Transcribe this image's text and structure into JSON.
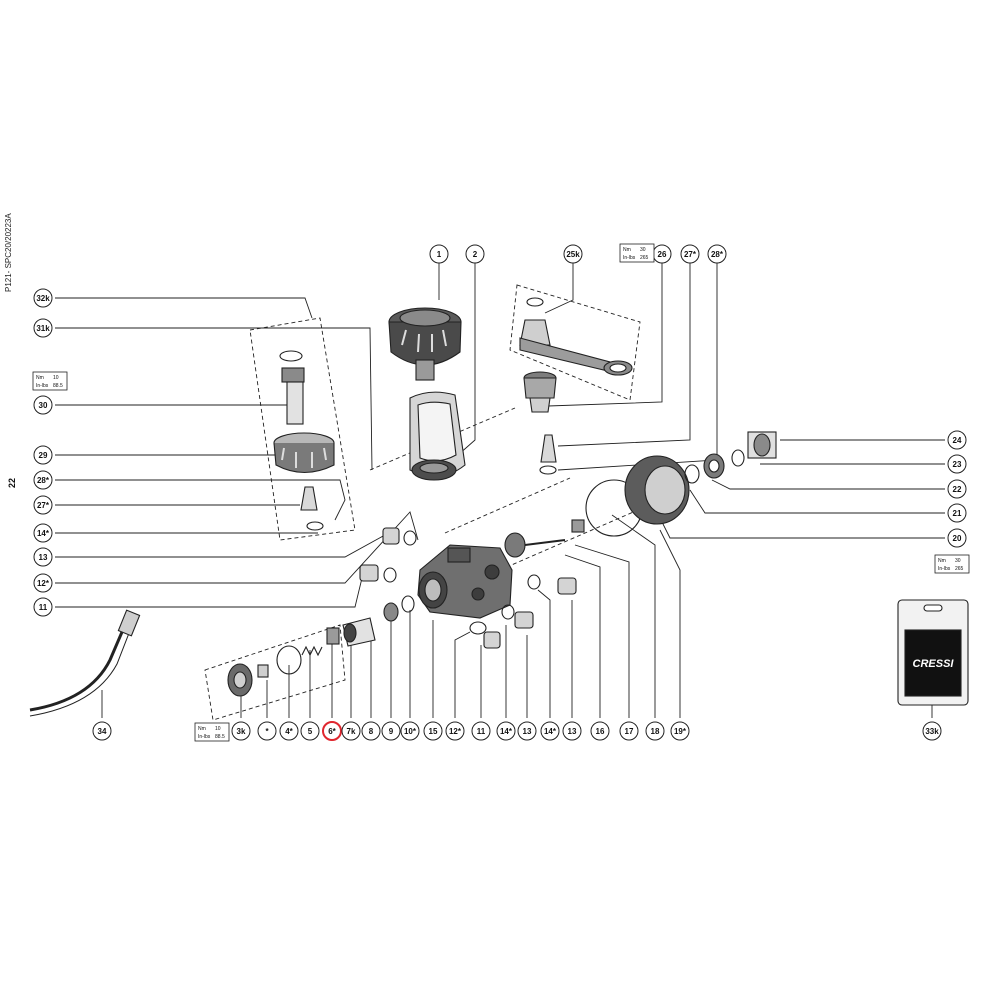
{
  "document": {
    "code": "P121- SPC20/20223A",
    "page_number": "22"
  },
  "parts": [
    {
      "id": "p1",
      "label": "1"
    },
    {
      "id": "p2",
      "label": "2"
    },
    {
      "id": "p25k",
      "label": "25k"
    },
    {
      "id": "p26",
      "label": "26"
    },
    {
      "id": "p27t",
      "label": "27*"
    },
    {
      "id": "p28t",
      "label": "28*"
    },
    {
      "id": "p32k",
      "label": "32k"
    },
    {
      "id": "p31k",
      "label": "31k"
    },
    {
      "id": "p30",
      "label": "30"
    },
    {
      "id": "p29",
      "label": "29"
    },
    {
      "id": "p28l",
      "label": "28*"
    },
    {
      "id": "p27l",
      "label": "27*"
    },
    {
      "id": "p14l",
      "label": "14*"
    },
    {
      "id": "p13l",
      "label": "13"
    },
    {
      "id": "p12l",
      "label": "12*"
    },
    {
      "id": "p11l",
      "label": "11"
    },
    {
      "id": "p24",
      "label": "24"
    },
    {
      "id": "p23",
      "label": "23"
    },
    {
      "id": "p22",
      "label": "22"
    },
    {
      "id": "p21",
      "label": "21"
    },
    {
      "id": "p20",
      "label": "20"
    },
    {
      "id": "p34",
      "label": "34"
    },
    {
      "id": "p3k",
      "label": "3k"
    },
    {
      "id": "pstar",
      "label": "*"
    },
    {
      "id": "p4",
      "label": "4*"
    },
    {
      "id": "p5",
      "label": "5"
    },
    {
      "id": "p6",
      "label": "6*"
    },
    {
      "id": "p7k",
      "label": "7k"
    },
    {
      "id": "p8",
      "label": "8"
    },
    {
      "id": "p9",
      "label": "9"
    },
    {
      "id": "p10",
      "label": "10*"
    },
    {
      "id": "p15",
      "label": "15"
    },
    {
      "id": "p12b",
      "label": "12*"
    },
    {
      "id": "p11b",
      "label": "11"
    },
    {
      "id": "p14b",
      "label": "14*"
    },
    {
      "id": "p13b",
      "label": "13"
    },
    {
      "id": "p14c",
      "label": "14*"
    },
    {
      "id": "p13c",
      "label": "13"
    },
    {
      "id": "p16",
      "label": "16"
    },
    {
      "id": "p17",
      "label": "17"
    },
    {
      "id": "p18",
      "label": "18"
    },
    {
      "id": "p19",
      "label": "19*"
    },
    {
      "id": "p33k",
      "label": "33k"
    }
  ],
  "torque_boxes": [
    {
      "id": "t26",
      "unit1": "Nm",
      "value1": "30",
      "unit2": "In-lbs",
      "value2": "265"
    },
    {
      "id": "t30",
      "unit1": "Nm",
      "value1": "10",
      "unit2": "In-lbs",
      "value2": "88.5"
    },
    {
      "id": "t20",
      "unit1": "Nm",
      "value1": "30",
      "unit2": "In-lbs",
      "value2": "265"
    },
    {
      "id": "t3k",
      "unit1": "Nm",
      "value1": "10",
      "unit2": "In-lbs",
      "value2": "88.5"
    }
  ],
  "highlighted_part": "6*",
  "highlight_color": "#e0262e",
  "brand_text": "CRESSI"
}
